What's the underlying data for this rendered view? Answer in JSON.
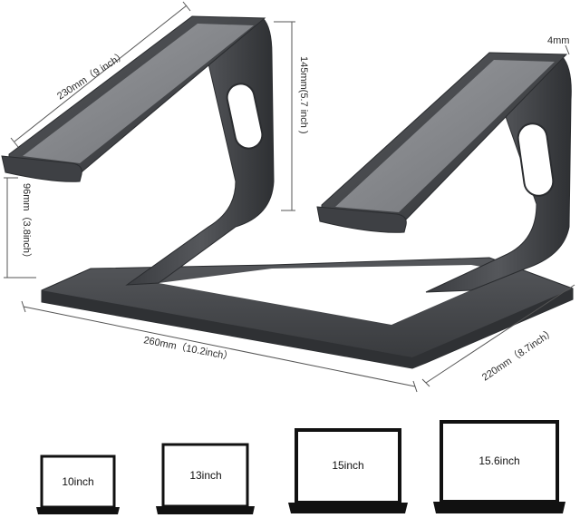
{
  "dimensions": {
    "top_width": "230mm（9 inch）",
    "height": "145mm(5.7 inch )",
    "front_height": "96mm（3.8inch）",
    "thickness": "4mm",
    "base_width": "260mm（10.2inch）",
    "base_depth": "220mm（8.7inch）"
  },
  "laptops": [
    {
      "label": "10inch"
    },
    {
      "label": "13inch"
    },
    {
      "label": "15inch"
    },
    {
      "label": "15.6inch"
    }
  ],
  "colors": {
    "stand_body": "#4a4c50",
    "stand_top_pad": "#8c8e92",
    "dimension_line": "#555555"
  }
}
